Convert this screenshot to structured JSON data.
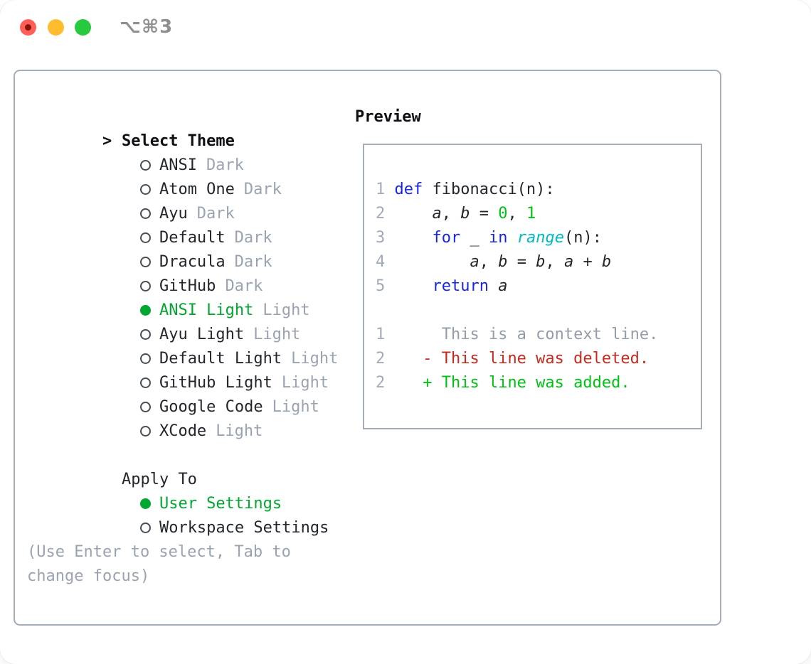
{
  "window": {
    "title": "⌥⌘3",
    "traffic_lights": [
      "close",
      "minimize",
      "zoom"
    ]
  },
  "colors": {
    "dark": "#23272d",
    "heading": "#0e1013",
    "gray": "#9aa3b1",
    "green": "#00a82f",
    "kw": "#1726e8",
    "fn": "#00bac6",
    "num": "#00c214",
    "del": "#c9291c",
    "add": "#00c214",
    "ctx": "#939ca9",
    "lngray": "#a3abb9",
    "border": "#a5adb8",
    "titlegray": "#8f8f8f",
    "tred": "#ff5f57",
    "treddot": "#86140b",
    "tyellow": "#febc2e",
    "tgreen": "#27c93f"
  },
  "theme_list": {
    "prompt": ">",
    "title": "Select Theme",
    "items": [
      {
        "name": "ANSI",
        "variant": "Dark",
        "selected": false
      },
      {
        "name": "Atom One",
        "variant": "Dark",
        "selected": false
      },
      {
        "name": "Ayu",
        "variant": "Dark",
        "selected": false
      },
      {
        "name": "Default",
        "variant": "Dark",
        "selected": false
      },
      {
        "name": "Dracula",
        "variant": "Dark",
        "selected": false
      },
      {
        "name": "GitHub",
        "variant": "Dark",
        "selected": false
      },
      {
        "name": "ANSI Light",
        "variant": "Light",
        "selected": true
      },
      {
        "name": "Ayu Light",
        "variant": "Light",
        "selected": false
      },
      {
        "name": "Default Light",
        "variant": "Light",
        "selected": false
      },
      {
        "name": "GitHub Light",
        "variant": "Light",
        "selected": false
      },
      {
        "name": "Google Code",
        "variant": "Light",
        "selected": false
      },
      {
        "name": "XCode",
        "variant": "Light",
        "selected": false
      }
    ]
  },
  "apply_to": {
    "label": "Apply To",
    "options": [
      {
        "label": "User Settings",
        "selected": true
      },
      {
        "label": "Workspace Settings",
        "selected": false
      }
    ]
  },
  "help_lines": [
    "(Use Enter to select, Tab to",
    "change focus)"
  ],
  "preview": {
    "title": "Preview",
    "code_lines": [
      {
        "num": "1",
        "tokens": [
          {
            "t": "def",
            "s": "kw"
          },
          {
            "t": " fibonacci(n):",
            "s": "pl"
          }
        ]
      },
      {
        "num": "2",
        "tokens": [
          {
            "t": "    ",
            "s": "pl"
          },
          {
            "t": "a",
            "s": "id"
          },
          {
            "t": ", ",
            "s": "pl"
          },
          {
            "t": "b",
            "s": "id"
          },
          {
            "t": " = ",
            "s": "pl"
          },
          {
            "t": "0",
            "s": "num"
          },
          {
            "t": ", ",
            "s": "pl"
          },
          {
            "t": "1",
            "s": "num"
          }
        ]
      },
      {
        "num": "3",
        "tokens": [
          {
            "t": "    ",
            "s": "pl"
          },
          {
            "t": "for",
            "s": "kw"
          },
          {
            "t": " _ ",
            "s": "pl"
          },
          {
            "t": "in",
            "s": "kw"
          },
          {
            "t": " ",
            "s": "pl"
          },
          {
            "t": "range",
            "s": "fn"
          },
          {
            "t": "(n):",
            "s": "pl"
          }
        ]
      },
      {
        "num": "4",
        "tokens": [
          {
            "t": "        ",
            "s": "pl"
          },
          {
            "t": "a",
            "s": "id"
          },
          {
            "t": ", ",
            "s": "pl"
          },
          {
            "t": "b",
            "s": "id"
          },
          {
            "t": " = ",
            "s": "pl"
          },
          {
            "t": "b",
            "s": "id"
          },
          {
            "t": ", ",
            "s": "pl"
          },
          {
            "t": "a",
            "s": "id"
          },
          {
            "t": " + ",
            "s": "pl"
          },
          {
            "t": "b",
            "s": "id"
          }
        ]
      },
      {
        "num": "5",
        "tokens": [
          {
            "t": "    ",
            "s": "pl"
          },
          {
            "t": "return",
            "s": "kw"
          },
          {
            "t": " ",
            "s": "pl"
          },
          {
            "t": "a",
            "s": "id"
          }
        ]
      }
    ],
    "diff_lines": [
      {
        "num": "1",
        "tokens": [
          {
            "t": "     This is a context line.",
            "s": "ctx"
          }
        ]
      },
      {
        "num": "2",
        "tokens": [
          {
            "t": "   ",
            "s": "pl"
          },
          {
            "t": "- This line was deleted.",
            "s": "del"
          }
        ]
      },
      {
        "num": "2",
        "tokens": [
          {
            "t": "   ",
            "s": "pl"
          },
          {
            "t": "+ This line was added.",
            "s": "add"
          }
        ]
      }
    ]
  }
}
